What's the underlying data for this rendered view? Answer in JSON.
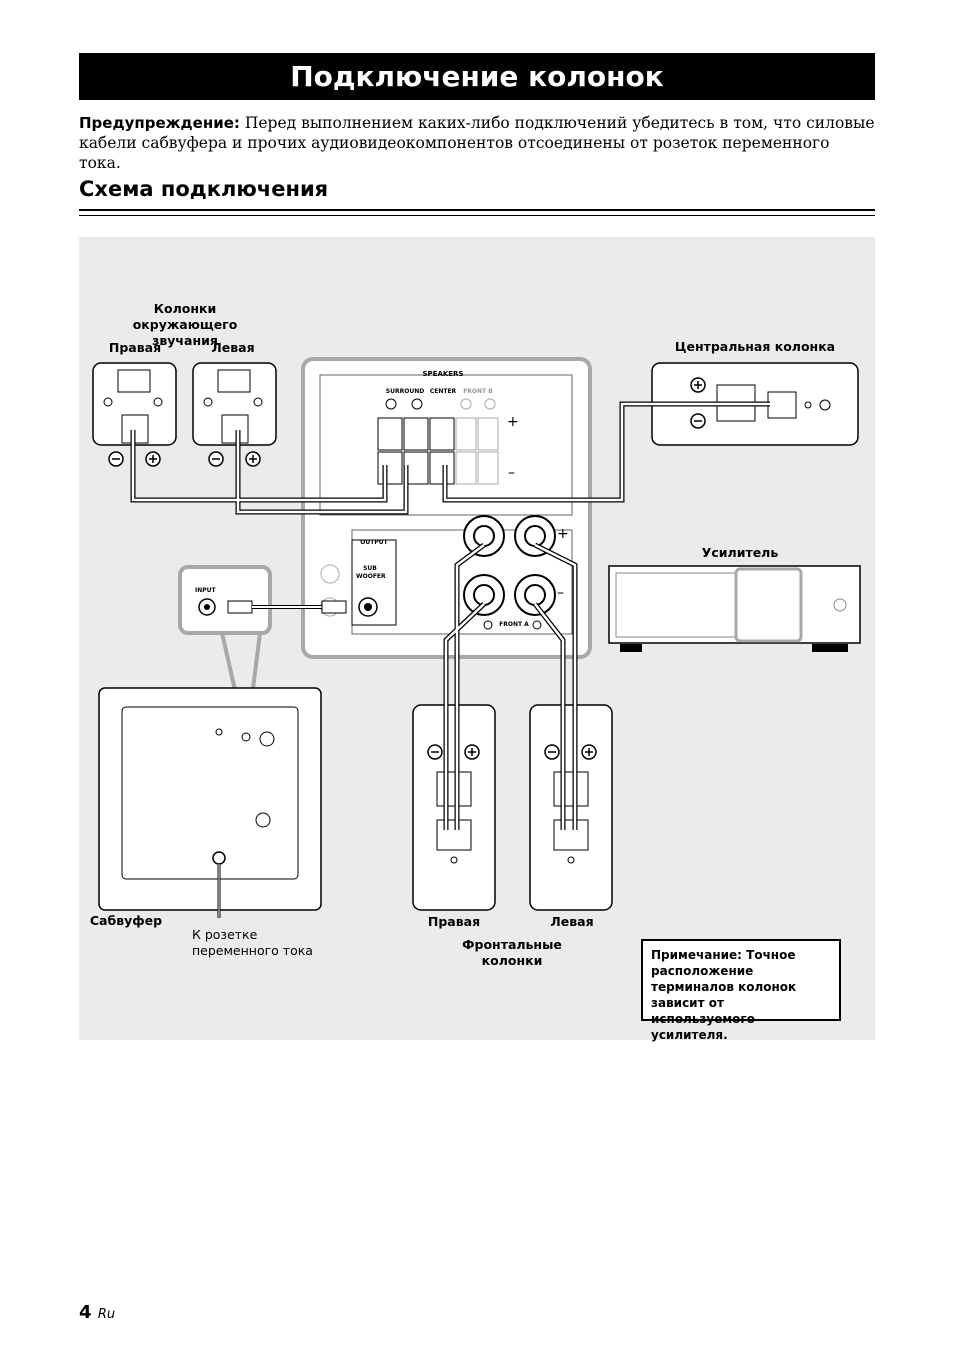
{
  "header": {
    "title": "Подключение колонок"
  },
  "warning": {
    "label": "Предупреждение:",
    "text": " Перед выполнением каких-либо подключений убедитесь в том, что силовые кабели сабвуфера и прочих аудиовидеокомпонентов отсоединены от розеток переменного тока."
  },
  "section": {
    "title": "Схема подключения"
  },
  "diagram": {
    "surround_label_line1": "Колонки окружающего",
    "surround_label_line2": "звучания",
    "surround_right": "Правая",
    "surround_left": "Левая",
    "center_speaker": "Центральная колонка",
    "amplifier": "Усилитель",
    "subwoofer": "Сабвуфер",
    "ac_outlet_line1": "К розетке",
    "ac_outlet_line2": "переменного тока",
    "front_right": "Правая",
    "front_left": "Левая",
    "front_speakers_line1": "Фронтальные",
    "front_speakers_line2": "колонки",
    "panel": {
      "speakers": "SPEAKERS",
      "surround": "SURROUND",
      "center": "CENTER",
      "front_b": "FRONT B",
      "front_a": "FRONT A",
      "output": "OUTPUT",
      "sub": "SUB",
      "woofer": "WOOFER",
      "input": "INPUT",
      "plus": "+",
      "minus": "–"
    }
  },
  "note": {
    "text": "Примечание: Точное расположение терминалов колонок зависит от используемого усилителя."
  },
  "footer": {
    "page": "4",
    "lang": "Ru"
  }
}
